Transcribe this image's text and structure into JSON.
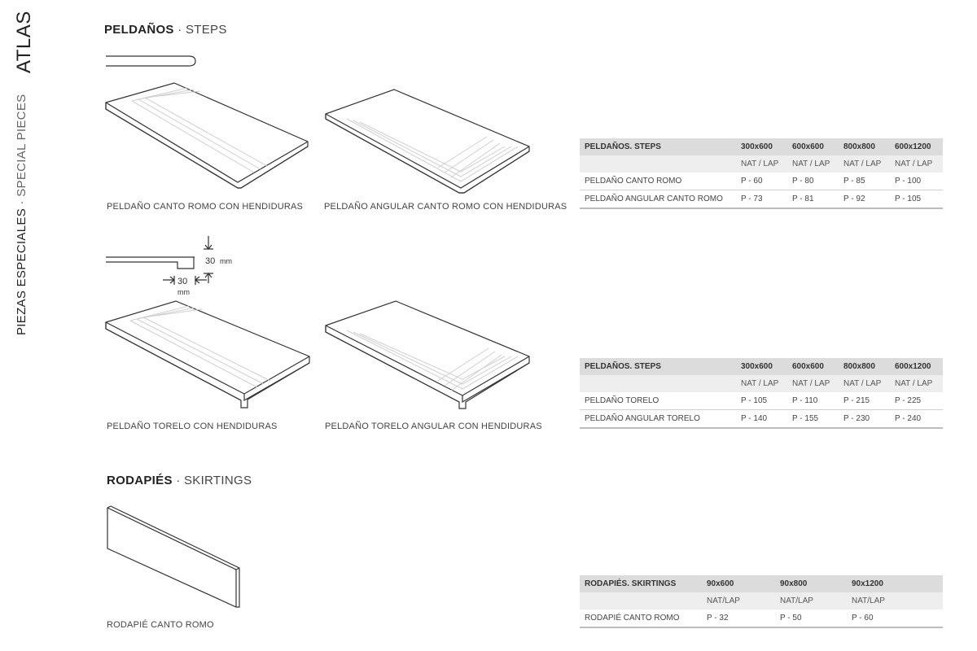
{
  "brand": "ATLAS",
  "side_section": {
    "main": "PIEZAS ESPECIALES",
    "sep": " · ",
    "sub": "SPECIAL PIECES"
  },
  "sections": {
    "steps": {
      "main": "PELDAÑOS",
      "sep": " · ",
      "sub": "STEPS"
    },
    "skirtings": {
      "main": "RODAPIÉS",
      "sep": " · ",
      "sub": "SKIRTINGS"
    }
  },
  "captions": {
    "p1": "PELDAÑO CANTO ROMO CON HENDIDURAS",
    "p2": "PELDAÑO ANGULAR CANTO ROMO CON HENDIDURAS",
    "p3": "PELDAÑO TORELO CON HENDIDURAS",
    "p4": "PELDAÑO TORELO ANGULAR CON HENDIDURAS",
    "p5": "RODAPIÉ CANTO ROMO"
  },
  "dimensions": {
    "vertical": "30",
    "vertical_unit": "mm",
    "horizontal": "30",
    "horizontal_unit": "mm"
  },
  "tables": {
    "steps1": {
      "header": [
        "PELDAÑOS. STEPS",
        "300x600",
        "600x600",
        "800x800",
        "600x1200"
      ],
      "subheader": [
        "",
        "NAT / LAP",
        "NAT / LAP",
        "NAT / LAP",
        "NAT / LAP"
      ],
      "rows": [
        [
          "PELDAÑO CANTO ROMO",
          "P - 60",
          "P - 80",
          "P - 85",
          "P - 100"
        ],
        [
          "PELDAÑO ANGULAR CANTO ROMO",
          "P - 73",
          "P - 81",
          "P - 92",
          "P - 105"
        ]
      ]
    },
    "steps2": {
      "header": [
        "PELDAÑOS. STEPS",
        "300x600",
        "600x600",
        "800x800",
        "600x1200"
      ],
      "subheader": [
        "",
        "NAT / LAP",
        "NAT / LAP",
        "NAT / LAP",
        "NAT / LAP"
      ],
      "rows": [
        [
          "PELDAÑO TORELO",
          "P - 105",
          "P - 110",
          "P - 215",
          "P - 225"
        ],
        [
          "PELDAÑO ANGULAR TORELO",
          "P - 140",
          "P - 155",
          "P - 230",
          "P - 240"
        ]
      ]
    },
    "skirtings": {
      "header": [
        "RODAPIÉS. SKIRTINGS",
        "90x600",
        "90x800",
        "90x1200"
      ],
      "subheader": [
        "",
        "NAT/LAP",
        "NAT/LAP",
        "NAT/LAP"
      ],
      "rows": [
        [
          "RODAPIÉ CANTO ROMO",
          "P - 32",
          "P - 50",
          "P - 60"
        ]
      ]
    }
  }
}
